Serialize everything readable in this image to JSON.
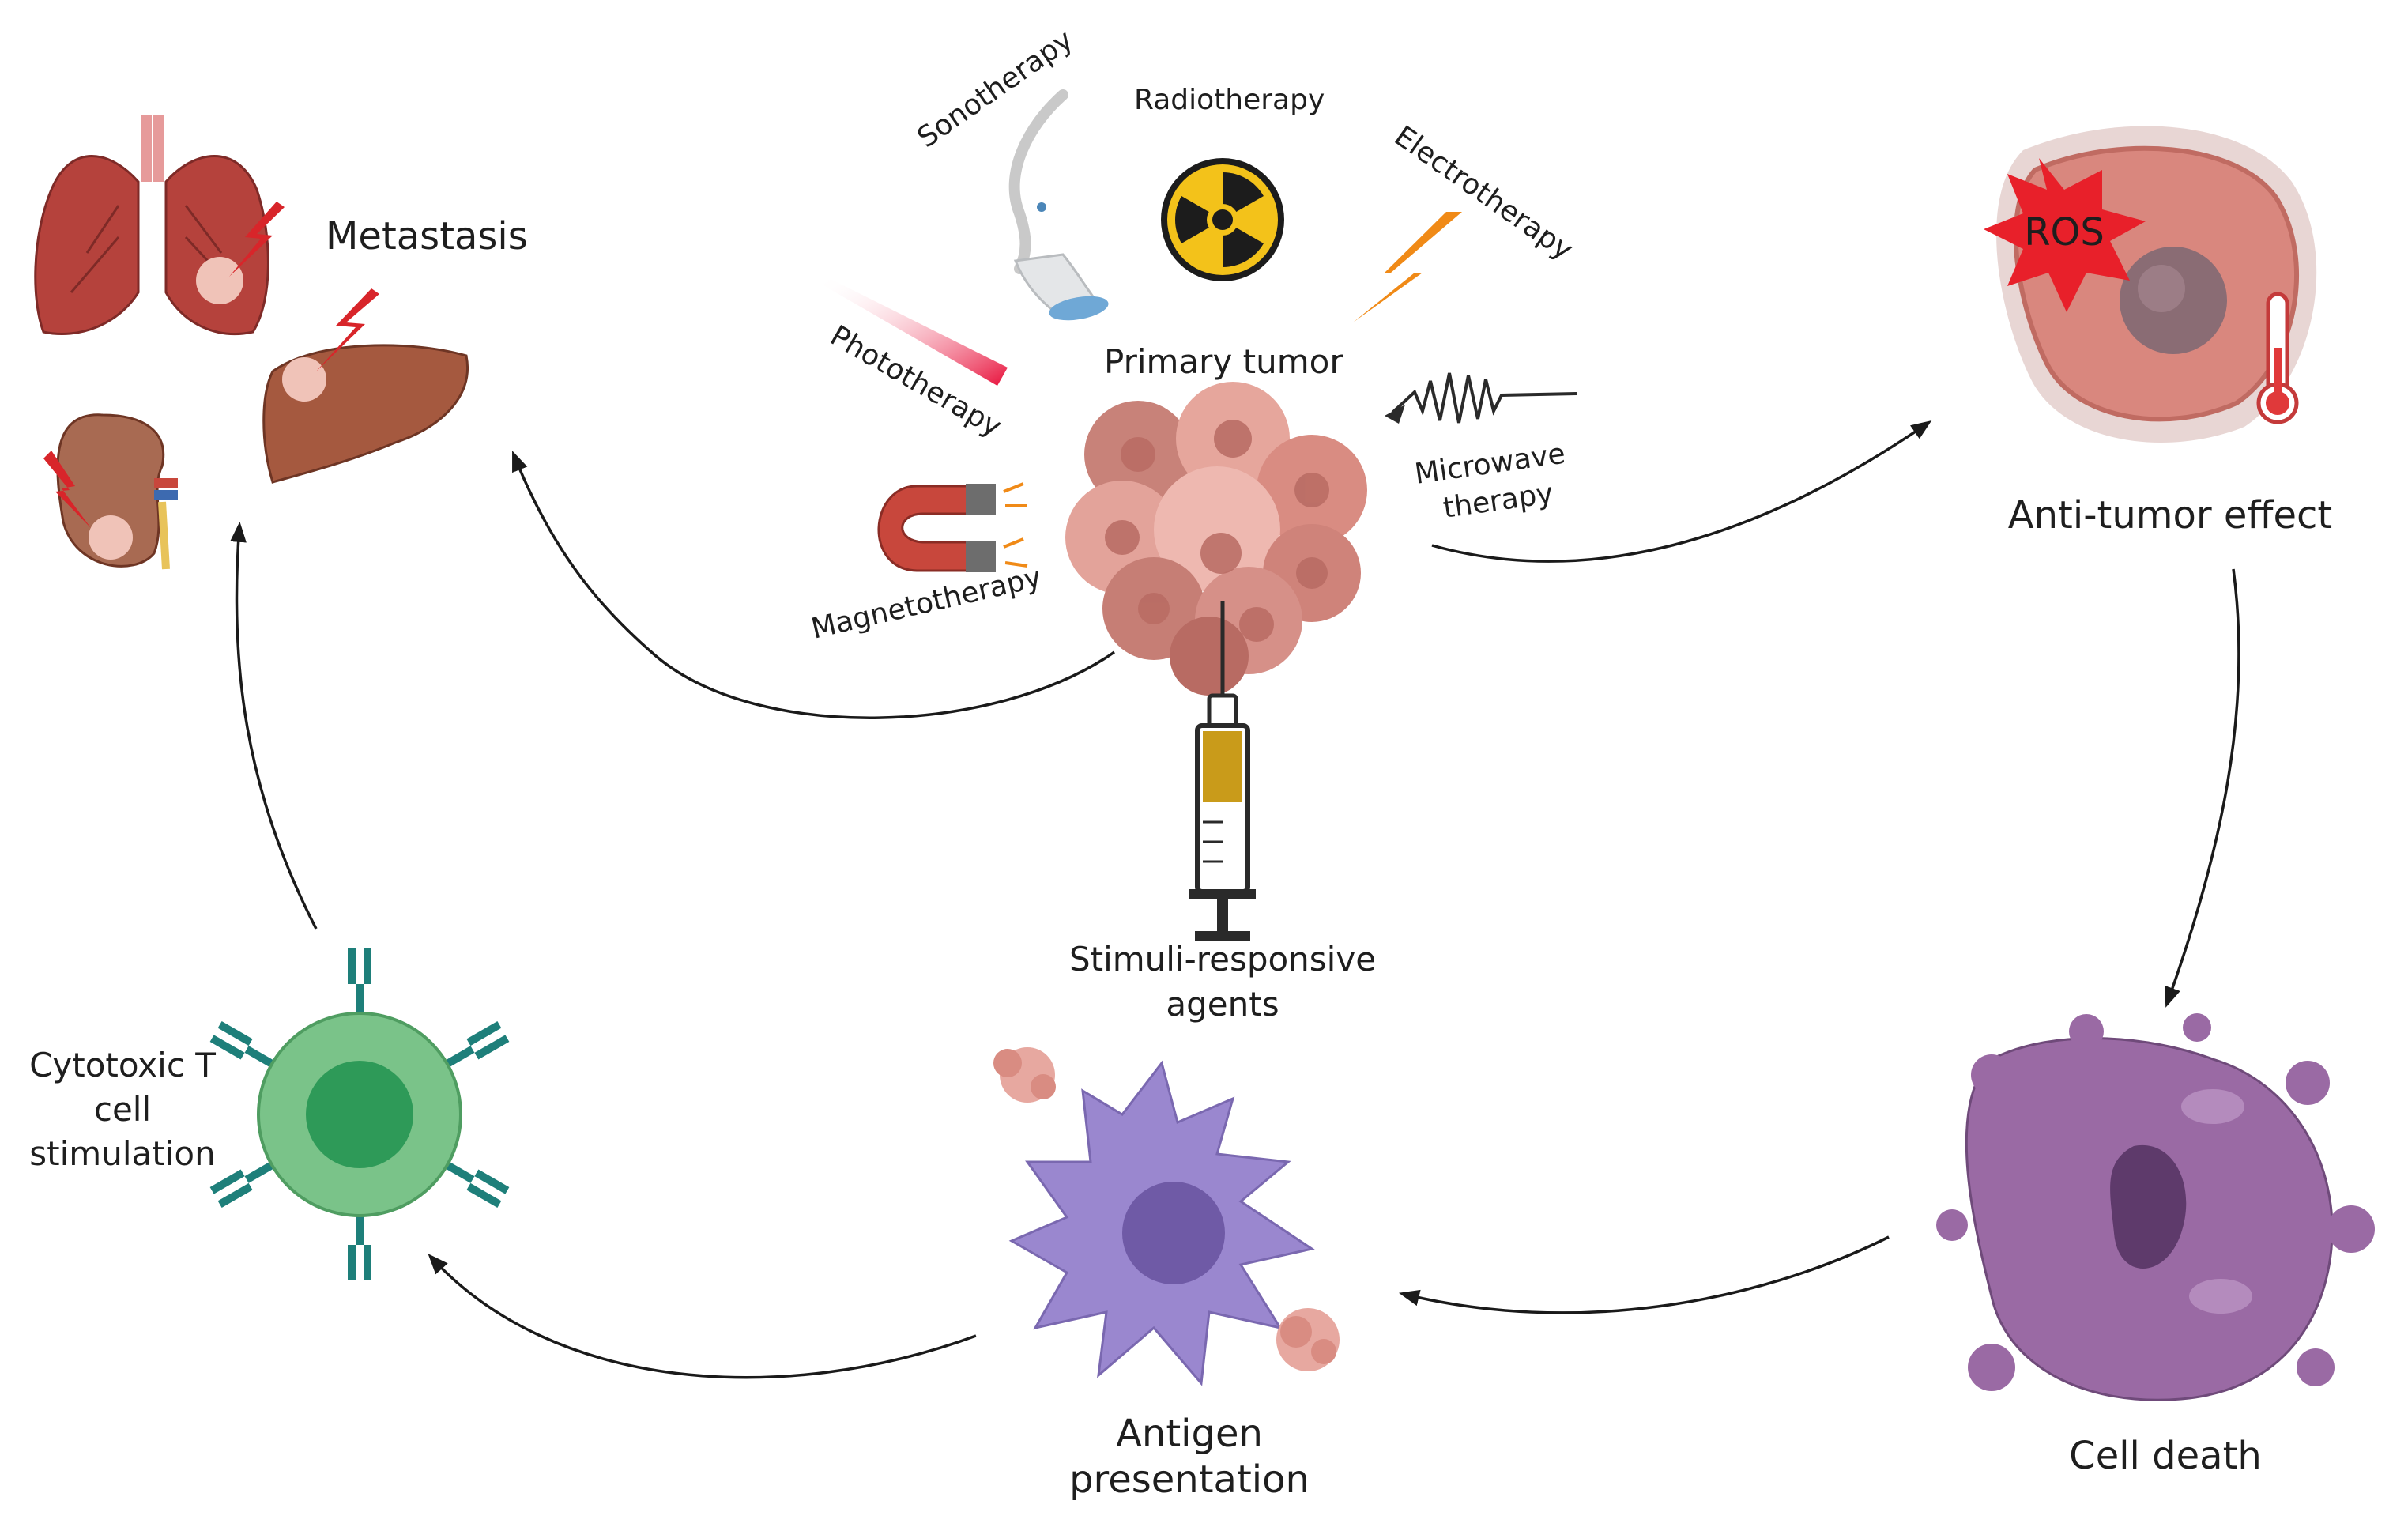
{
  "therapies": {
    "sono": "Sonotherapy",
    "radio": "Radiotherapy",
    "electro": "Electrotherapy",
    "photo": "Phototherapy",
    "magneto": "Magnetotherapy",
    "microwave_line1": "Microwave",
    "microwave_line2": "therapy"
  },
  "nodes": {
    "primary_tumor": "Primary tumor",
    "metastasis": "Metastasis",
    "anti_tumor": "Anti-tumor effect",
    "ros": "ROS",
    "cell_death": "Cell death",
    "agents_line1": "Stimuli-responsive",
    "agents_line2": "agents",
    "antigen_line1": "Antigen",
    "antigen_line2": "presentation",
    "tcell_line1": "Cytotoxic T",
    "tcell_line2": "cell",
    "tcell_line3": "stimulation"
  },
  "colors": {
    "tumor": "#d98c82",
    "tumor_dark": "#b86b63",
    "radiation": "#f3c21a",
    "lightning_red": "#d8252a",
    "lightning_orange": "#f08a17",
    "ros_star": "#e8202a",
    "tcell_green": "#7ac389",
    "tcell_core": "#2e9a58",
    "receptor_teal": "#1e7f7a",
    "dendritic": "#9a87cf",
    "dead_cell": "#9a6aa4",
    "arrow": "#1a1a1a"
  }
}
